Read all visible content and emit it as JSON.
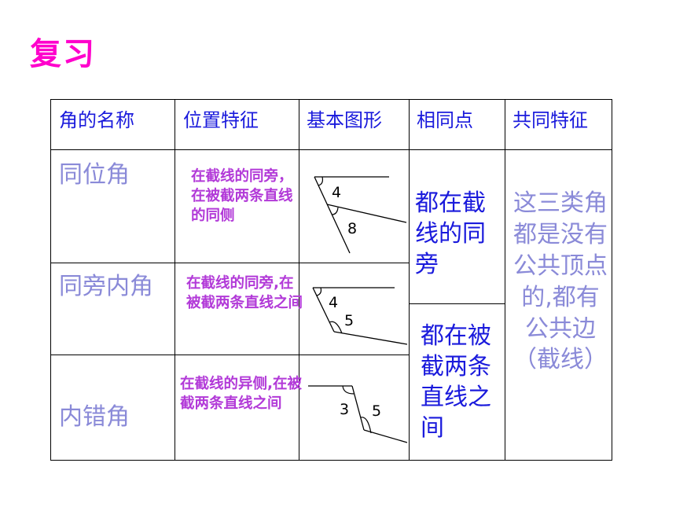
{
  "title": "复习",
  "headers": [
    "角的名称",
    "位置特征",
    "基本图形",
    "相同点",
    "共同特征"
  ],
  "rows": [
    {
      "name": "同位角",
      "feature": "在截线的同旁，在被截两条直线的同侧",
      "angles": [
        "4",
        "8"
      ]
    },
    {
      "name": "同旁内角",
      "feature": "在截线的同旁,在被截两条直线之间",
      "angles": [
        "4",
        "5"
      ]
    },
    {
      "name": "内错角",
      "feature": "在截线的异侧,在被截两条直线之间",
      "angles": [
        "3",
        "5"
      ]
    }
  ],
  "common_points": [
    "都在截线的同旁",
    "都在被截两条直线之间"
  ],
  "shared_feature": "这三类角都是没有公共顶点的,都有公共边（截线）",
  "colors": {
    "title": "#ff00cc",
    "header_text": "#1a1adc",
    "angle_name": "#8a8ad8",
    "feature_text": "#b23ad8",
    "common_text": "#1a1adc",
    "shared_text": "#8a8ad8"
  }
}
